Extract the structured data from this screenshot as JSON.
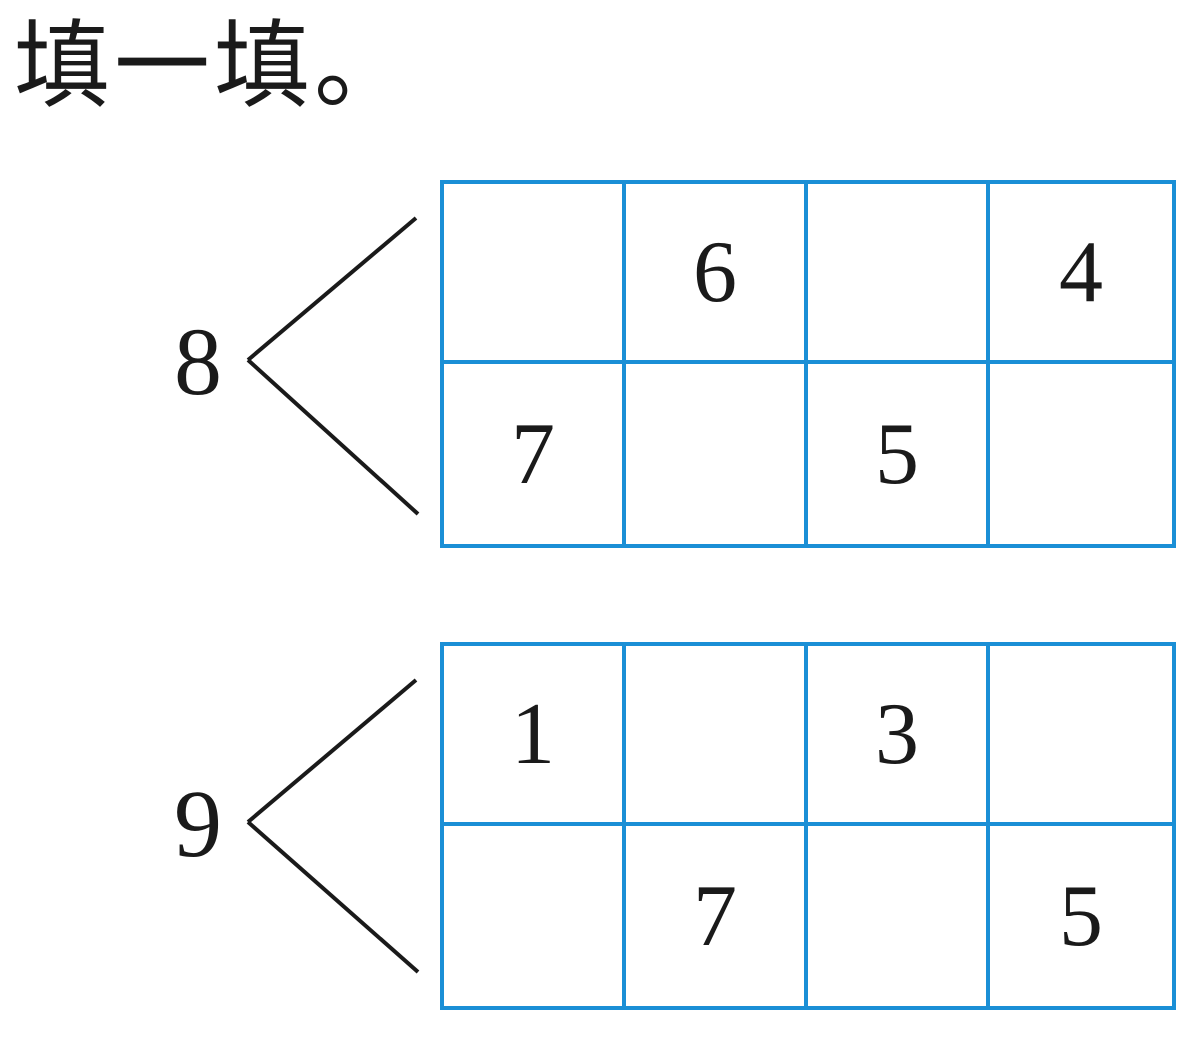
{
  "title": "填一填。",
  "grid_color": "#1a8fd6",
  "groups": [
    {
      "total": "8",
      "top_row": [
        "",
        "6",
        "",
        "4"
      ],
      "bottom_row": [
        "7",
        "",
        "5",
        ""
      ]
    },
    {
      "total": "9",
      "top_row": [
        "1",
        "",
        "3",
        ""
      ],
      "bottom_row": [
        "",
        "7",
        "",
        "5"
      ]
    }
  ]
}
